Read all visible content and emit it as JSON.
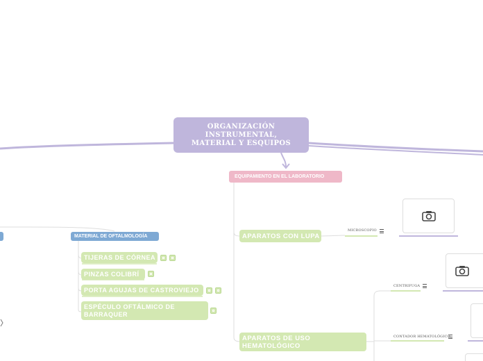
{
  "root": {
    "title": "ORGANIZACIÓN INSTRUMENTAL, MATERIAL Y ESQUIPOS"
  },
  "branches": {
    "equipamiento": {
      "label": "EQUIPAMIENTO EN EL LABORATORIO",
      "children": {
        "lupa": {
          "label": "APARATOS CON LUPA",
          "sub": [
            "MICROSCOPIO"
          ]
        },
        "hematologico": {
          "label": "APARATOS DE USO HEMATOLÓGICO",
          "sub": [
            "CENTRIFUGA",
            "CONTADOR HEMATOLÓGICO"
          ]
        }
      }
    },
    "oftalmologia": {
      "label": "MATERIAL DE OFTALMOLOGÍA",
      "items": [
        "TIJERAS DE CÓRNEA",
        "PINZAS COLIBRÍ",
        "PORTA AGUJAS DE CASTROVIEJO",
        "ESPÉCULO OFTÁLMICO DE BARRAQUER"
      ]
    }
  },
  "icons": {
    "image_placeholder": "camera-icon",
    "notes": "list-icon",
    "attachment": "note-icon"
  },
  "colors": {
    "root": "#bfb6dc",
    "link": "#bfb6dc",
    "pink_node": "#efb8c8",
    "blue_node": "#7ea9d4",
    "green_node": "#d3e8b2"
  }
}
